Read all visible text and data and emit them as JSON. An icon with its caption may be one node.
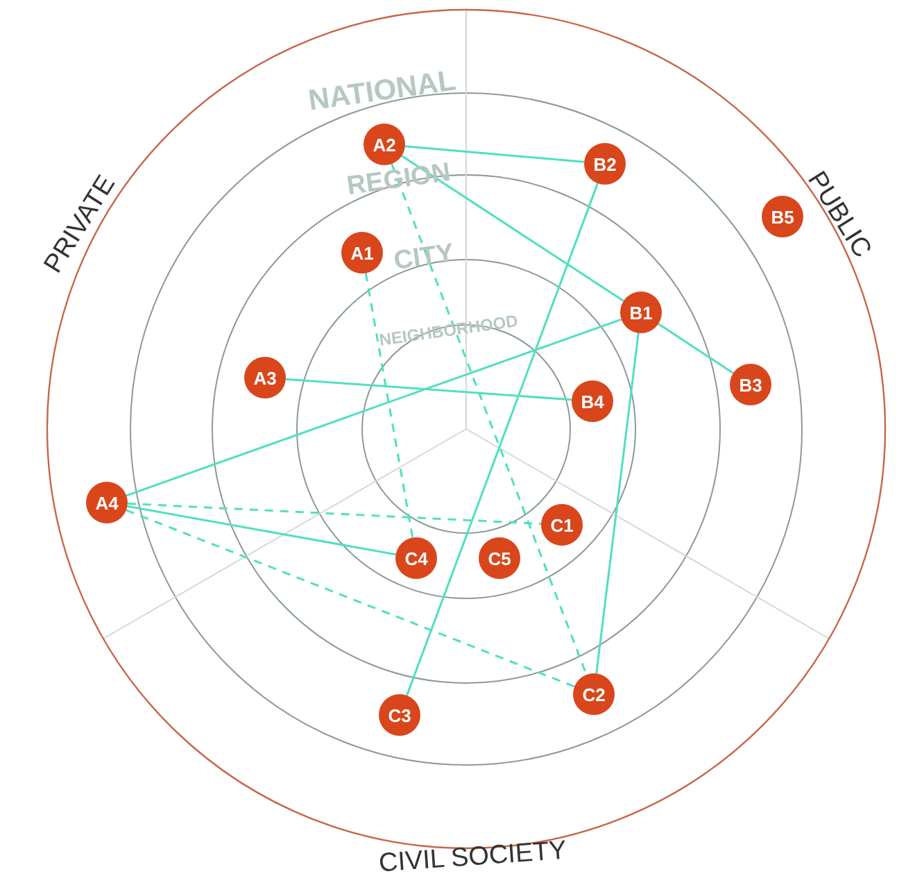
{
  "diagram": {
    "nodes": [
      {
        "text": [
          "A2"
        ]
      },
      {
        "text": [
          "B2"
        ]
      },
      {
        "text": [
          "B5"
        ]
      },
      {
        "text": [
          "A1"
        ]
      },
      {
        "text": [
          "B1"
        ]
      },
      {
        "text": [
          "A3"
        ]
      },
      {
        "text": [
          "B3"
        ]
      },
      {
        "text": [
          "B4"
        ]
      },
      {
        "text": [
          "A4"
        ]
      },
      {
        "text": [
          "C1"
        ]
      },
      {
        "text": [
          "C4"
        ]
      },
      {
        "text": [
          "C5"
        ]
      },
      {
        "text": [
          "C2"
        ]
      },
      {
        "text": [
          "C3"
        ]
      }
    ],
    "edges": [
      {
        "from": 0,
        "to": 1,
        "arrow": "none"
      },
      {
        "from": 0,
        "to": 4,
        "arrow": "none"
      },
      {
        "from": 4,
        "to": 6,
        "arrow": "none"
      },
      {
        "from": 4,
        "to": 8,
        "arrow": "none"
      },
      {
        "from": 4,
        "to": 12,
        "arrow": "none"
      },
      {
        "from": 1,
        "to": 13,
        "arrow": "none"
      },
      {
        "from": 5,
        "to": 7,
        "arrow": "none"
      },
      {
        "from": 8,
        "to": 10,
        "arrow": "none"
      },
      {
        "from": 3,
        "to": 10,
        "arrow": "none",
        "style": "dashed"
      },
      {
        "from": 0,
        "to": 12,
        "arrow": "none",
        "style": "dashed"
      },
      {
        "from": 8,
        "to": 9,
        "arrow": "none",
        "style": "dashed"
      },
      {
        "from": 8,
        "to": 12,
        "arrow": "none",
        "style": "dashed"
      }
    ],
    "labels": [
      "NATIONAL",
      "REGION",
      "PRIVATE",
      "PUBLIC",
      "CITY",
      "NEIGHBORHOOD",
      "CIVIL SOCIETY"
    ]
  }
}
